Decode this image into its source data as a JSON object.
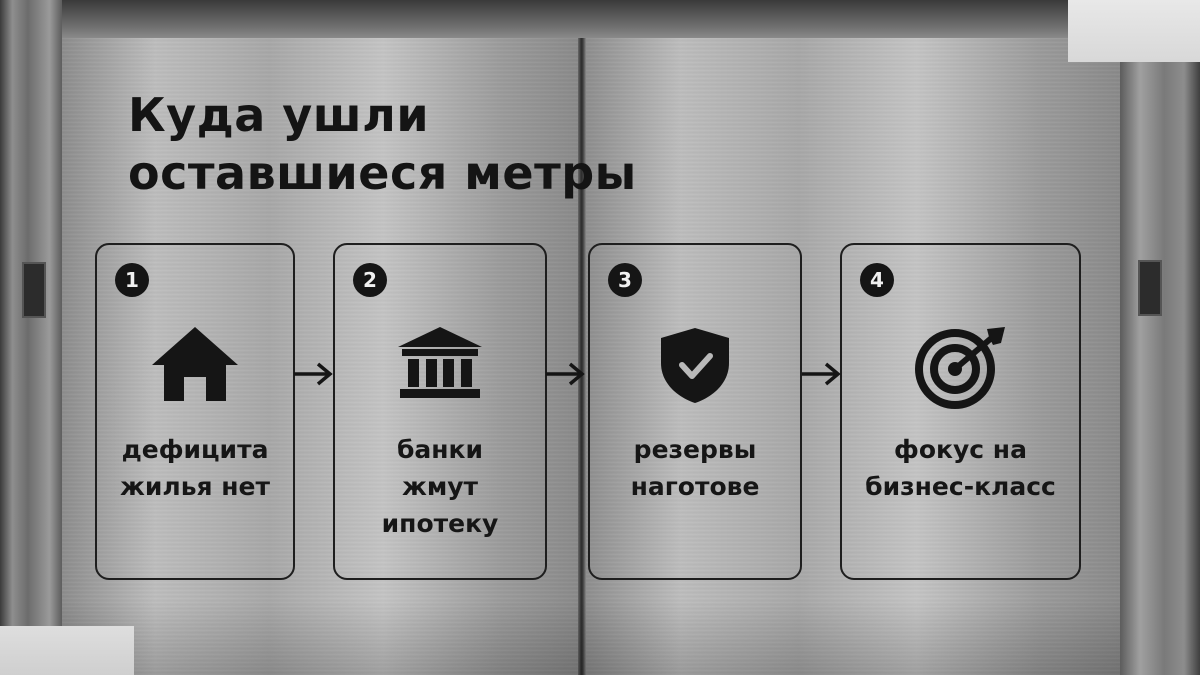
{
  "title": {
    "line1": "Куда ушли",
    "line2": "оставшиеся метры"
  },
  "steps": [
    {
      "number": "1",
      "icon": "house-icon",
      "lines": [
        "дефицита",
        "жилья нет"
      ]
    },
    {
      "number": "2",
      "icon": "bank-icon",
      "lines": [
        "банки",
        "жмут",
        "ипотеку"
      ]
    },
    {
      "number": "3",
      "icon": "shield-check-icon",
      "lines": [
        "резервы",
        "наготове"
      ]
    },
    {
      "number": "4",
      "icon": "target-icon",
      "lines": [
        "фокус на",
        "бизнес-класс"
      ]
    }
  ],
  "colors": {
    "ink": "#151515",
    "steel": "#b4b4b4"
  }
}
